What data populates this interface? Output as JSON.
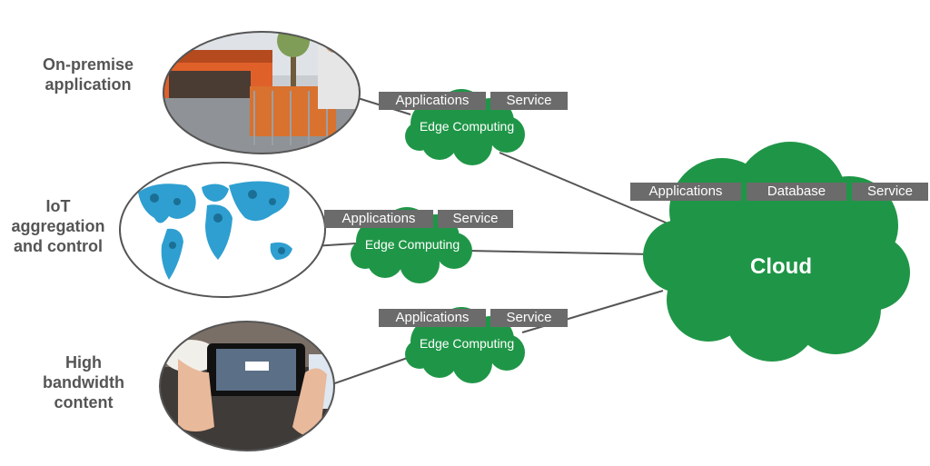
{
  "colors": {
    "cloud_green": "#1f9647",
    "tag_gray": "#6b6b6b",
    "label_gray": "#555555",
    "line": "#555555"
  },
  "scenarios": [
    {
      "title": "On-premise application",
      "lines": [
        "On-premise",
        "application"
      ],
      "icon": "storefront-photo"
    },
    {
      "title": "IoT aggregation and control",
      "lines": [
        "IoT",
        "aggregation",
        "and control"
      ],
      "icon": "world-map-icon"
    },
    {
      "title": "High bandwidth content",
      "lines": [
        "High",
        "bandwidth",
        "content"
      ],
      "icon": "smartphone-video-photo"
    }
  ],
  "edges": [
    {
      "label": "Edge Computing",
      "tags": [
        "Applications",
        "Service"
      ]
    },
    {
      "label": "Edge Computing",
      "tags": [
        "Applications",
        "Service"
      ]
    },
    {
      "label": "Edge Computing",
      "tags": [
        "Applications",
        "Service"
      ]
    }
  ],
  "cloud": {
    "label": "Cloud",
    "tags": [
      "Applications",
      "Database",
      "Service"
    ]
  }
}
